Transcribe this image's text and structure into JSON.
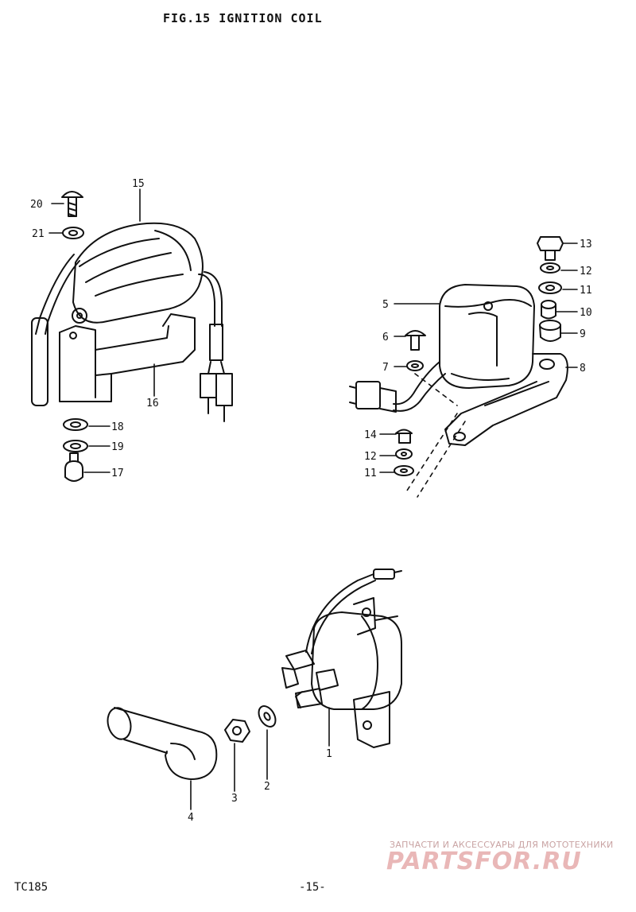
{
  "header": {
    "title": "FIG.15 IGNITION COIL"
  },
  "footer": {
    "model": "TC185",
    "page": "-15-"
  },
  "watermark": {
    "tagline": "ЗАПЧАСТИ И АКСЕССУАРЫ ДЛЯ МОТОТЕХНИКИ",
    "logo": "PARTSFOR.RU"
  },
  "part_labels": {
    "p1": "1",
    "p2": "2",
    "p3": "3",
    "p4": "4",
    "p5": "5",
    "p6": "6",
    "p7": "7",
    "p8": "8",
    "p9": "9",
    "p10": "10",
    "p11": "11",
    "p11b": "11",
    "p12": "12",
    "p12b": "12",
    "p13": "13",
    "p14": "14",
    "p15": "15",
    "p16": "16",
    "p17": "17",
    "p18": "18",
    "p19": "19",
    "p20": "20",
    "p21": "21"
  },
  "colors": {
    "ink": "#111111",
    "paper": "#ffffff",
    "watermark": "#e9b7b7"
  }
}
